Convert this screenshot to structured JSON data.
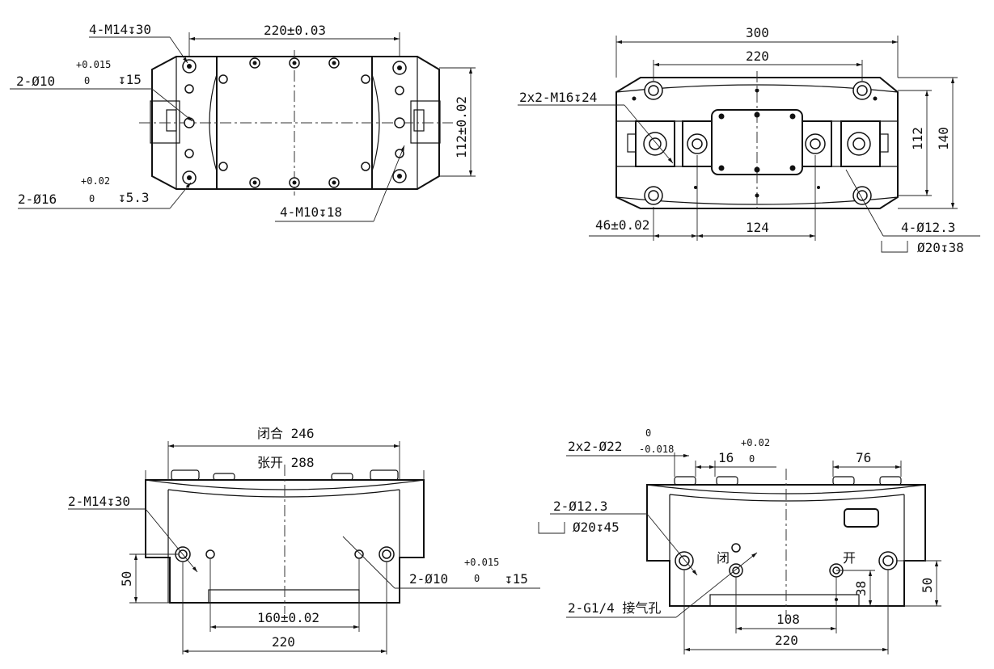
{
  "views": {
    "top": {
      "dim_width": "220±0.03",
      "dim_height": "112±0.02",
      "callout_m14": "4-M14↧30",
      "callout_d10": "2-Ø10",
      "callout_d10_tol_upper": "+0.015",
      "callout_d10_tol_lower": "0",
      "callout_d10_depth": "↧15",
      "callout_d16": "2-Ø16",
      "callout_d16_tol_upper": "+0.02",
      "callout_d16_tol_lower": "0",
      "callout_d16_depth": "↧5.3",
      "callout_m10": "4-M10↧18"
    },
    "right_top": {
      "dim_300": "300",
      "dim_220": "220",
      "dim_112": "112",
      "dim_140": "140",
      "dim_46": "46±0.02",
      "dim_124": "124",
      "callout_m16": "2x2-M16↧24",
      "callout_d12": "4-Ø12.3",
      "callout_cbore": "Ø20↧38"
    },
    "front": {
      "dim_closed": "闭合 246",
      "dim_open": "张开 288",
      "dim_50": "50",
      "dim_160": "160±0.02",
      "dim_220": "220",
      "callout_m14": "2-M14↧30",
      "callout_d10": "2-Ø10",
      "callout_d10_tol_upper": "+0.015",
      "callout_d10_tol_lower": "0",
      "callout_d10_depth": "↧15"
    },
    "side": {
      "callout_d22": "2x2-Ø22",
      "callout_d22_tol_upper": "0",
      "callout_d22_tol_lower": "-0.018",
      "dim_16": "16",
      "dim_16_tol_upper": "+0.02",
      "dim_16_tol_lower": "0",
      "dim_76": "76",
      "callout_d12": "2-Ø12.3",
      "callout_cbore": "Ø20↧45",
      "label_closed": "闭",
      "label_open": "开",
      "callout_g14": "2-G1/4 接气孔",
      "dim_38": "38",
      "dim_50": "50",
      "dim_108": "108",
      "dim_220": "220"
    }
  },
  "colors": {
    "line": "#111111",
    "background": "#ffffff"
  }
}
